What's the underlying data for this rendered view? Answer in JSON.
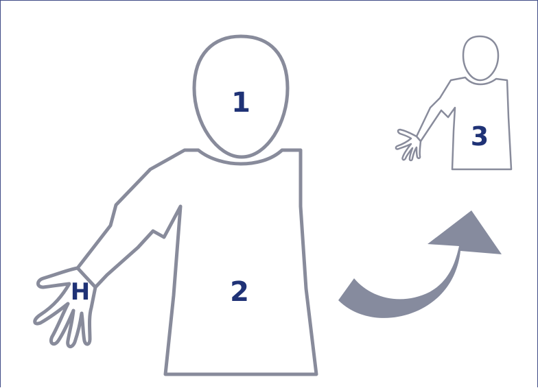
{
  "labels": {
    "head": "1",
    "body": "2",
    "small_figure": "3",
    "hand": "H"
  },
  "colors": {
    "border": "#3f4a86",
    "outline": "#888b9b",
    "label": "#1f3276",
    "arrow": "#868b9e",
    "background": "#ffffff"
  },
  "icons": {
    "large_figure": "person-outline-icon",
    "small_figure": "person-outline-icon",
    "hand": "open-hand-icon",
    "arrow": "curved-arrow-up-right-icon"
  }
}
